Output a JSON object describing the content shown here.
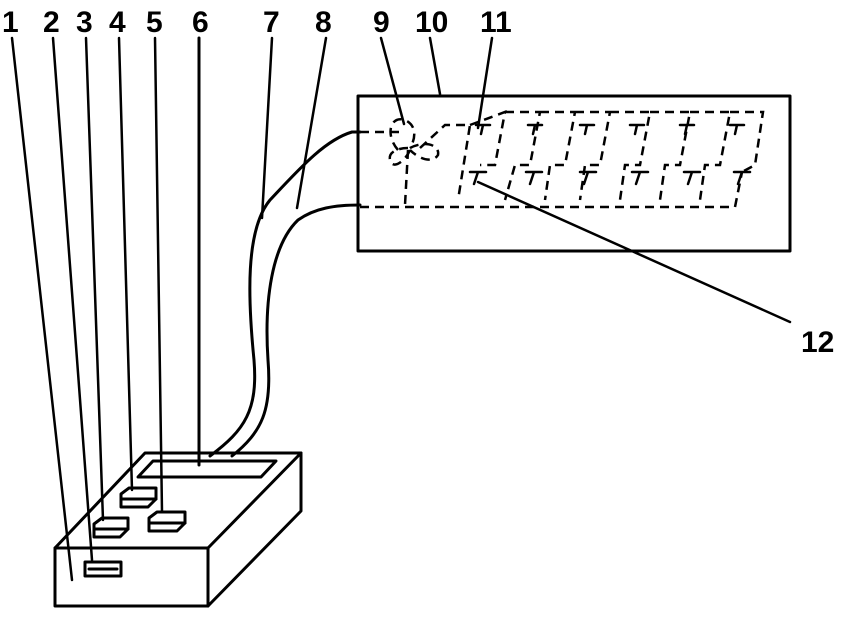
{
  "labels": [
    "1",
    "2",
    "3",
    "4",
    "5",
    "6",
    "7",
    "8",
    "9",
    "10",
    "11",
    "12"
  ],
  "colors": {
    "stroke": "#000000",
    "background": "#ffffff"
  }
}
